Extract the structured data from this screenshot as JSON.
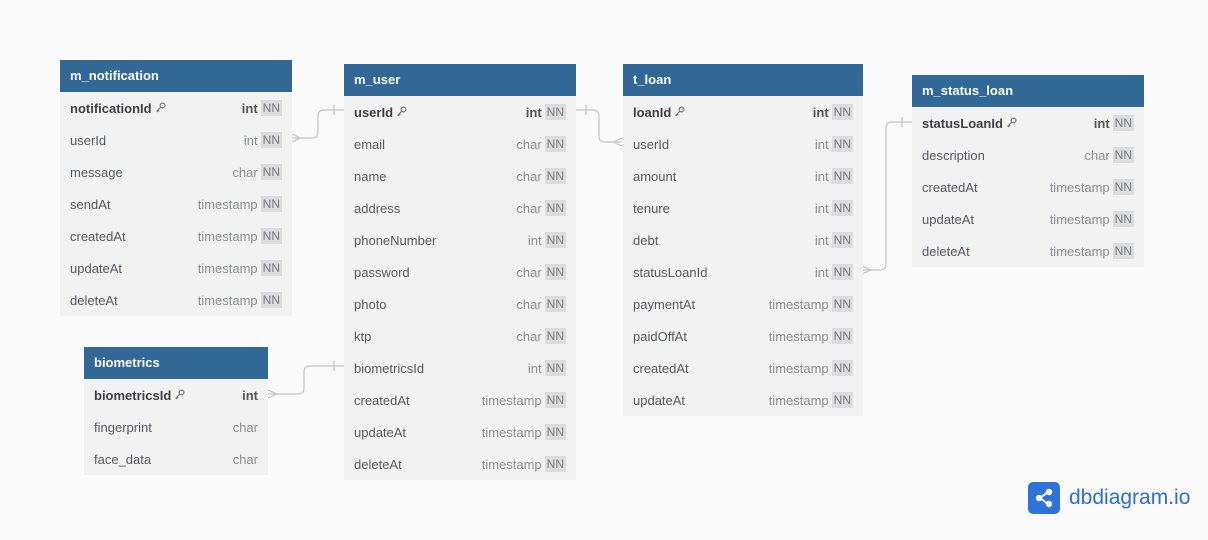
{
  "diagram": {
    "nodes": [
      {
        "name": "m_notification",
        "fields": [
          {
            "name": "notificationId",
            "type": "int",
            "nn": "NN",
            "pk": true
          },
          {
            "name": "userId",
            "type": "int",
            "nn": "NN"
          },
          {
            "name": "message",
            "type": "char",
            "nn": "NN"
          },
          {
            "name": "sendAt",
            "type": "timestamp",
            "nn": "NN"
          },
          {
            "name": "createdAt",
            "type": "timestamp",
            "nn": "NN"
          },
          {
            "name": "updateAt",
            "type": "timestamp",
            "nn": "NN"
          },
          {
            "name": "deleteAt",
            "type": "timestamp",
            "nn": "NN"
          }
        ]
      },
      {
        "name": "m_user",
        "fields": [
          {
            "name": "userId",
            "type": "int",
            "nn": "NN",
            "pk": true
          },
          {
            "name": "email",
            "type": "char",
            "nn": "NN"
          },
          {
            "name": "name",
            "type": "char",
            "nn": "NN"
          },
          {
            "name": "address",
            "type": "char",
            "nn": "NN"
          },
          {
            "name": "phoneNumber",
            "type": "int",
            "nn": "NN"
          },
          {
            "name": "password",
            "type": "char",
            "nn": "NN"
          },
          {
            "name": "photo",
            "type": "char",
            "nn": "NN"
          },
          {
            "name": "ktp",
            "type": "char",
            "nn": "NN"
          },
          {
            "name": "biometricsId",
            "type": "int",
            "nn": "NN"
          },
          {
            "name": "createdAt",
            "type": "timestamp",
            "nn": "NN"
          },
          {
            "name": "updateAt",
            "type": "timestamp",
            "nn": "NN"
          },
          {
            "name": "deleteAt",
            "type": "timestamp",
            "nn": "NN"
          }
        ]
      },
      {
        "name": "t_loan",
        "fields": [
          {
            "name": "loanId",
            "type": "int",
            "nn": "NN",
            "pk": true
          },
          {
            "name": "userId",
            "type": "int",
            "nn": "NN"
          },
          {
            "name": "amount",
            "type": "int",
            "nn": "NN"
          },
          {
            "name": "tenure",
            "type": "int",
            "nn": "NN"
          },
          {
            "name": "debt",
            "type": "int",
            "nn": "NN"
          },
          {
            "name": "statusLoanId",
            "type": "int",
            "nn": "NN"
          },
          {
            "name": "paymentAt",
            "type": "timestamp",
            "nn": "NN"
          },
          {
            "name": "paidOffAt",
            "type": "timestamp",
            "nn": "NN"
          },
          {
            "name": "createdAt",
            "type": "timestamp",
            "nn": "NN"
          },
          {
            "name": "updateAt",
            "type": "timestamp",
            "nn": "NN"
          }
        ]
      },
      {
        "name": "m_status_loan",
        "fields": [
          {
            "name": "statusLoanId",
            "type": "int",
            "nn": "NN",
            "pk": true
          },
          {
            "name": "description",
            "type": "char",
            "nn": "NN"
          },
          {
            "name": "createdAt",
            "type": "timestamp",
            "nn": "NN"
          },
          {
            "name": "updateAt",
            "type": "timestamp",
            "nn": "NN"
          },
          {
            "name": "deleteAt",
            "type": "timestamp",
            "nn": "NN"
          }
        ]
      },
      {
        "name": "biometrics",
        "fields": [
          {
            "name": "biometricsId",
            "type": "int",
            "pk": true
          },
          {
            "name": "fingerprint",
            "type": "char"
          },
          {
            "name": "face_data",
            "type": "char"
          }
        ]
      }
    ],
    "edges": [
      {
        "from": "m_notification.userId",
        "to": "m_user.userId",
        "kind": "many-to-one"
      },
      {
        "from": "t_loan.userId",
        "to": "m_user.userId",
        "kind": "many-to-one"
      },
      {
        "from": "t_loan.statusLoanId",
        "to": "m_status_loan.statusLoanId",
        "kind": "many-to-one"
      },
      {
        "from": "biometrics.biometricsId",
        "to": "m_user.biometricsId",
        "kind": "many-to-one"
      }
    ]
  },
  "branding": {
    "text": "dbdiagram.io",
    "icon": "share-icon"
  },
  "colors": {
    "header": "#316896",
    "body": "#f2f2f3",
    "brand": "#2b6fd4"
  }
}
